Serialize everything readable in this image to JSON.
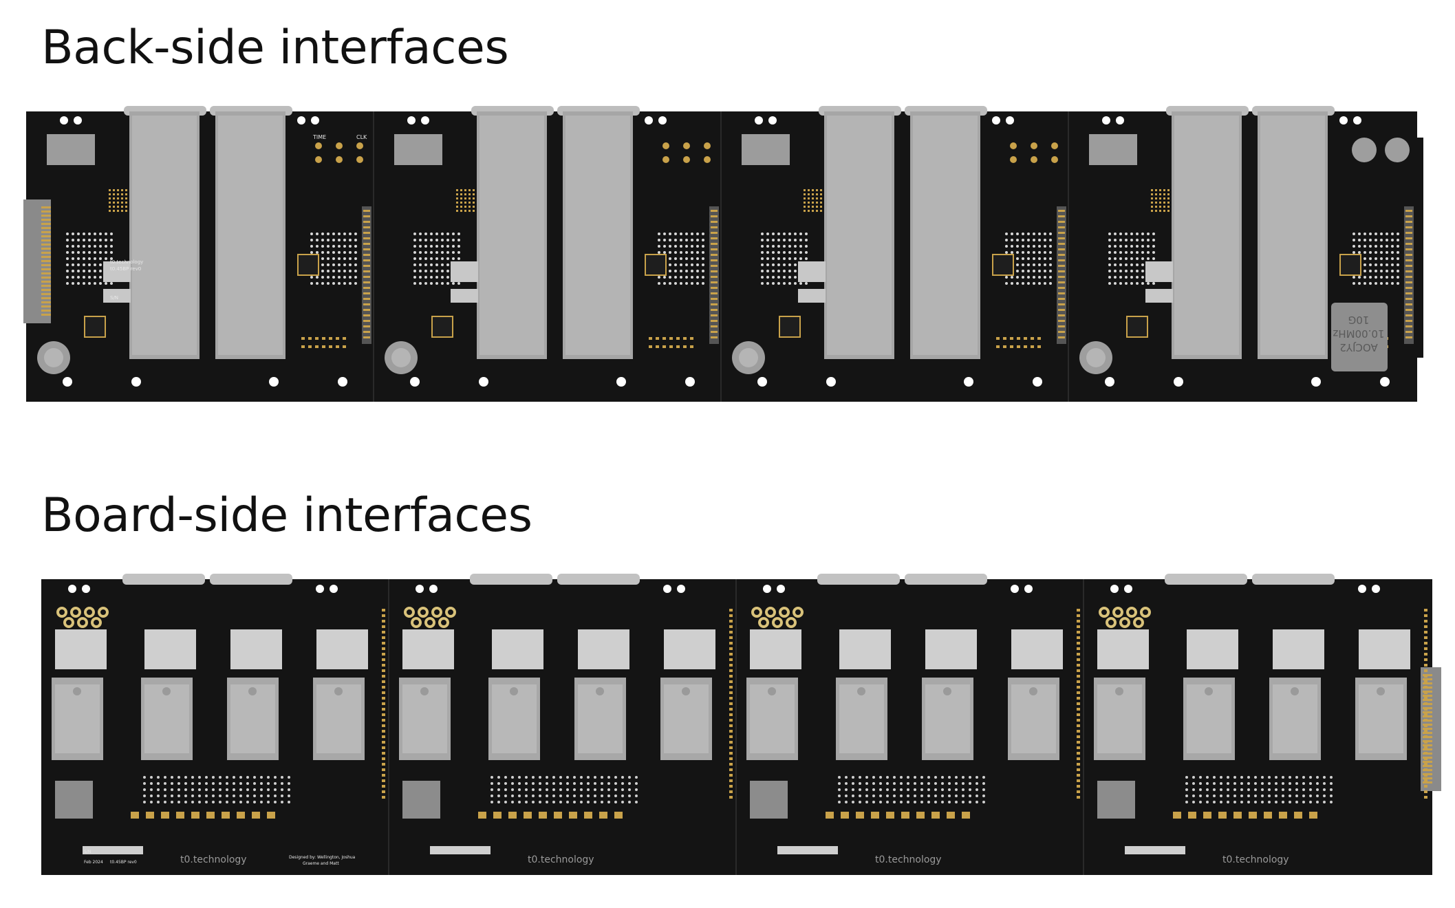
{
  "headings": {
    "back": "Back-side interfaces",
    "board": "Board-side interfaces"
  },
  "back_board": {
    "oscillator_label_lines": [
      "10G",
      "10.00MHz",
      "AOCJY2"
    ],
    "silk_time": "TIME",
    "silk_clk": "CLK",
    "logo_lines": [
      "t0.technology",
      "t0.45BP rev0"
    ],
    "sn_label": "S/N"
  },
  "board_board": {
    "logo": "t0.technology",
    "designer_lines": [
      "Designed by: Wellington, Joshua",
      "Graeme and Matt"
    ],
    "date_label": "Feb 2024",
    "rev_label": "t0.45BP rev0",
    "sn_label": "S/N"
  },
  "colors": {
    "pcb": "#141414",
    "silkscreen": "#e8e8e8",
    "gold": "#c9a24a",
    "connector_grey": "#a6a6a6",
    "background": "#ffffff",
    "heading_text": "#111111"
  }
}
